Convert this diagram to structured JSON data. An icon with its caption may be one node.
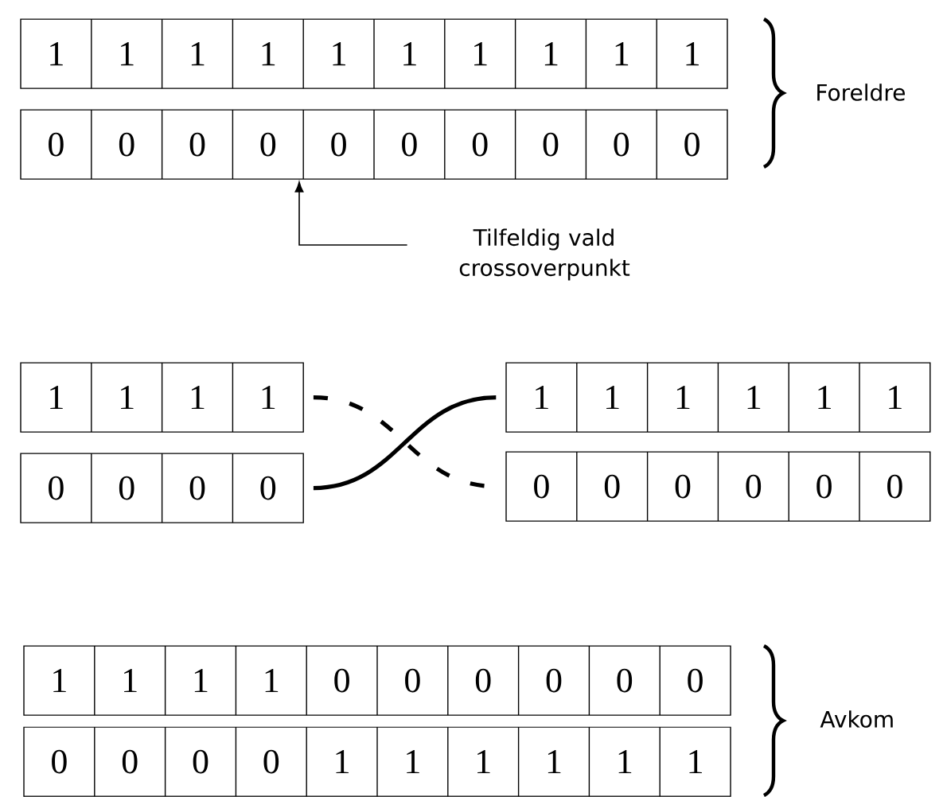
{
  "diagram": {
    "nodes": [
      {
        "text": [
          "1",
          "1",
          "1",
          "1",
          "1",
          "1",
          "1",
          "1",
          "1",
          "1"
        ]
      },
      {
        "text": [
          "0",
          "0",
          "0",
          "0",
          "0",
          "0",
          "0",
          "0",
          "0",
          "0"
        ]
      },
      {
        "text": [
          "Tilfeldig vald crossoverpunkt"
        ]
      },
      {
        "text": [
          "1",
          "1",
          "1",
          "1"
        ]
      },
      {
        "text": [
          "0",
          "0",
          "0",
          "0"
        ]
      },
      {
        "text": [
          "1",
          "1",
          "1",
          "1",
          "1",
          "1"
        ]
      },
      {
        "text": [
          "0",
          "0",
          "0",
          "0",
          "0",
          "0"
        ]
      },
      {
        "text": [
          "1",
          "1",
          "1",
          "1",
          "0",
          "0",
          "0",
          "0",
          "0",
          "0"
        ]
      },
      {
        "text": [
          "0",
          "0",
          "0",
          "0",
          "1",
          "1",
          "1",
          "1",
          "1",
          "1"
        ]
      }
    ],
    "edges": [
      {
        "from": 2,
        "to": 1,
        "arrow": "to"
      },
      {
        "from": 3,
        "to": 6,
        "arrow": "none",
        "style": "dashed"
      },
      {
        "from": 4,
        "to": 5,
        "arrow": "none"
      }
    ],
    "labels": [
      "Foreldre",
      "Avkom"
    ]
  }
}
